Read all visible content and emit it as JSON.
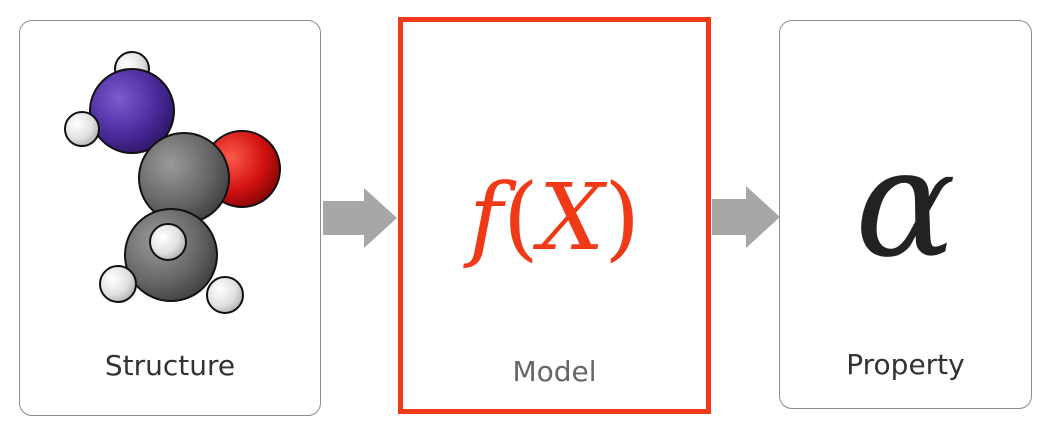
{
  "panels": {
    "structure": {
      "label": "Structure"
    },
    "model": {
      "label": "Model",
      "formula": {
        "func": "f",
        "open": "(",
        "var": "X",
        "close": ")"
      }
    },
    "property": {
      "label": "Property",
      "symbol": "α"
    }
  },
  "colors": {
    "model_accent": "#f03a17",
    "panel_border": "#8c8c8c",
    "arrow": "#a8a6a6",
    "nitrogen": "#4a2a9a",
    "oxygen": "#d01010",
    "carbon": "#666666",
    "hydrogen": "#e8e8e8"
  }
}
